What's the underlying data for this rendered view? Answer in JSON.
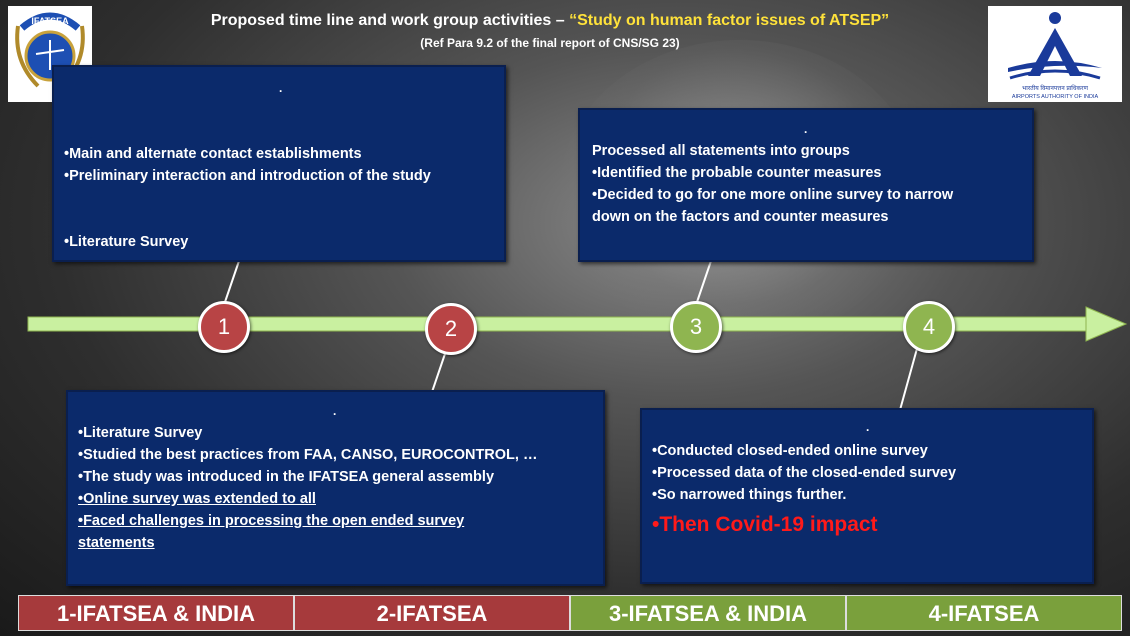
{
  "header": {
    "title_prefix": "Proposed time line and work group activities – ",
    "title_highlight": "“Study on human factor issues of ATSEP”",
    "subtitle": "(Ref Para 9.2 of the final report of CNS/SG 23)"
  },
  "logos": {
    "left_text": "IFATSEA",
    "right_caption_hindi": "भारतीय विमानपत्तन प्राधिकरण",
    "right_caption_en": "AIRPORTS AUTHORITY OF INDIA"
  },
  "timeline": {
    "markers": [
      "1",
      "2",
      "3",
      "4"
    ],
    "colors": {
      "red": "#b84445",
      "green": "#8fb550",
      "arrow": "#c9f0a0"
    }
  },
  "boxes": {
    "box1": {
      "dot": ".",
      "items": [
        "•Main and alternate contact establishments",
        "•Preliminary interaction and introduction of the study",
        "•Literature Survey"
      ]
    },
    "box2": {
      "dot": ".",
      "items": [
        "•Literature Survey",
        "•Studied the best practices from FAA, CANSO, EUROCONTROL, …",
        "•The study was introduced in the IFATSEA general assembly",
        "•Online survey was extended to all",
        "•Faced challenges in processing the open ended survey",
        "statements"
      ]
    },
    "box3": {
      "dot": ".",
      "items": [
        "Processed all statements into groups",
        "•Identified the probable counter measures",
        "•Decided to go for one more online survey to narrow",
        "down on the factors and counter measures"
      ]
    },
    "box4": {
      "dot": ".",
      "items": [
        "•Conducted closed-ended online survey",
        "•Processed data of the closed-ended survey",
        "•So narrowed things further."
      ],
      "highlight": "•Then Covid-19 impact"
    }
  },
  "bands": [
    "1-IFATSEA & INDIA",
    "2-IFATSEA",
    "3-IFATSEA & INDIA",
    "4-IFATSEA"
  ]
}
